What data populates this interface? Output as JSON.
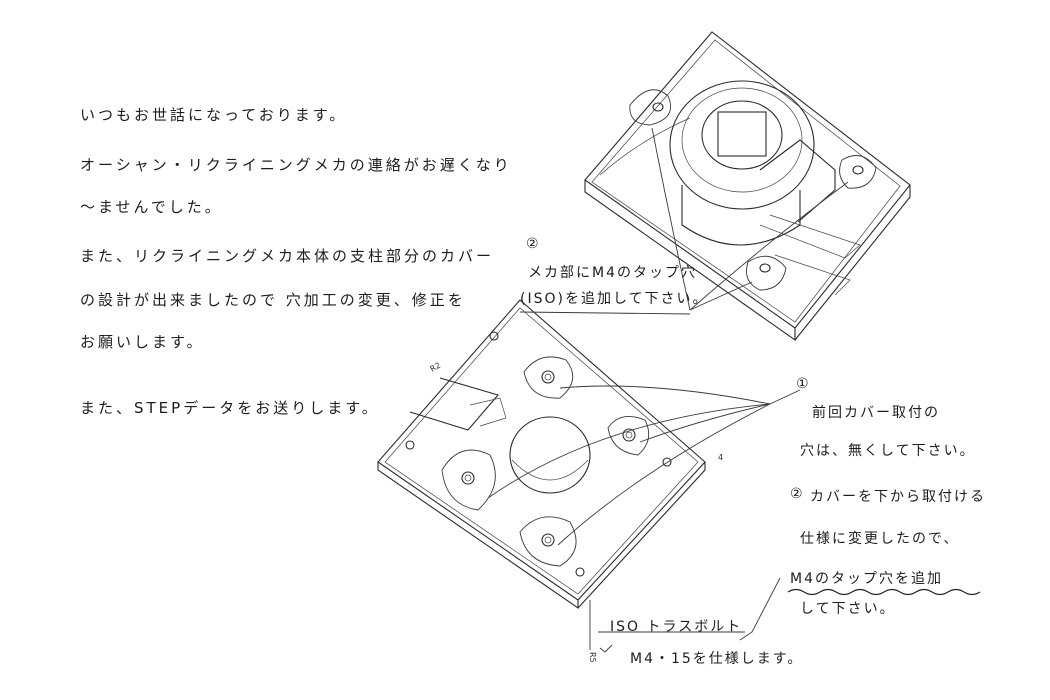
{
  "letter": {
    "line1": "いつもお世話になっております。",
    "line2": "オーシャン・リクライニングメカの連絡がお遅くなり",
    "line3": "〜ませんでした。",
    "line4": "また、リクライニングメカ本体の支柱部分のカバー",
    "line5": "の設計が出来ましたので 穴加工の変更、修正を",
    "line6": "お願いします。",
    "line7": "また、STEPデータをお送りします。"
  },
  "notes": {
    "upper": {
      "number": "②",
      "line1": "メカ部にM4のタップ穴",
      "line2": "(ISO)を追加して下さい。"
    },
    "right1": {
      "number": "①",
      "line1": "前回カバー取付の",
      "line2": "穴は、無くして下さい。"
    },
    "right2": {
      "number": "②",
      "line1": "カバーを下から取付ける",
      "line2": "仕様に変更したので、",
      "line3": "M4のタップ穴を追加",
      "line4": "して下さい。"
    },
    "bottom": {
      "line1": "ISO トラスボルト",
      "line2": "M4・15を仕様します。"
    }
  },
  "drawing": {
    "dim_r2": "R2",
    "dim_r5": "R5",
    "dim_small": "4"
  }
}
